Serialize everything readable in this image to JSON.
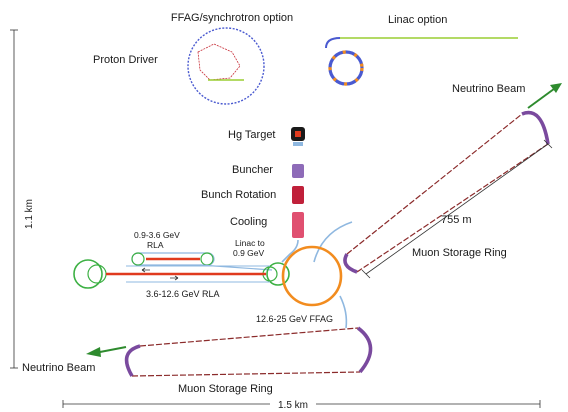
{
  "labels": {
    "ffag_option": "FFAG/synchrotron option",
    "linac_option": "Linac option",
    "proton_driver": "Proton Driver",
    "hg_target": "Hg Target",
    "buncher": "Buncher",
    "bunch_rotation": "Bunch Rotation",
    "cooling": "Cooling",
    "neutrino_beam_top": "Neutrino Beam",
    "neutrino_beam_bottom": "Neutrino Beam",
    "rla_low": "0.9-3.6 GeV",
    "rla_low_suffix": "RLA",
    "linac_to": "Linac to",
    "linac_energy": "0.9 GeV",
    "rla_high": "3.6-12.6 GeV RLA",
    "ffag_ring": "12.6-25 GeV FFAG",
    "storage_ring_top": "Muon Storage Ring",
    "storage_ring_bottom": "Muon Storage Ring",
    "distance": "755 m",
    "vertical_scale": "1.1 km",
    "horizontal_scale": "1.5 km"
  },
  "colors": {
    "ring_green": "#3cb043",
    "ffag_orange": "#f28c1f",
    "rla_red": "#e03a1e",
    "storage_purple": "#7a4a9e",
    "storage_red": "#c8303a",
    "beam_green": "#2e8b2e",
    "transfer_blue": "#8fb8e0",
    "synch_blue": "#4a5ad0",
    "linac_green": "#9acd32",
    "buncher": "#8e6bb8",
    "rotation": "#c0203a",
    "cooling": "#e05070"
  }
}
